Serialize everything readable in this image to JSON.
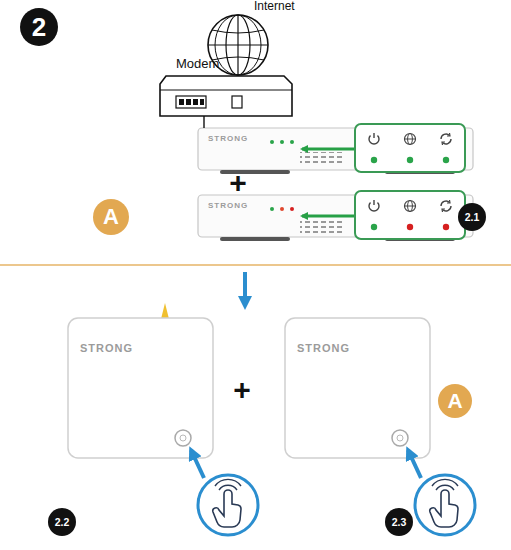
{
  "diagram": {
    "nodes": [
      {
        "text": [
          "2"
        ]
      },
      {
        "text": [
          "Internet"
        ]
      },
      {
        "text": [
          "Modem"
        ]
      },
      {
        "text": [
          "STRONG"
        ]
      },
      {
        "text": [
          "A"
        ]
      },
      {
        "text": [
          "STRONG"
        ]
      },
      {
        "text": [
          "2.1"
        ]
      },
      {
        "text": [
          "STRONG"
        ]
      },
      {
        "text": [
          "STRONG"
        ]
      },
      {
        "text": [
          "A"
        ]
      },
      {
        "text": [
          "2.2"
        ]
      },
      {
        "text": [
          "2.3"
        ]
      }
    ],
    "edges": [
      {
        "from": 1,
        "to": 2,
        "arrow": "none"
      },
      {
        "from": 2,
        "to": 3,
        "arrow": "none"
      }
    ],
    "labels": [
      "+",
      "+"
    ]
  }
}
